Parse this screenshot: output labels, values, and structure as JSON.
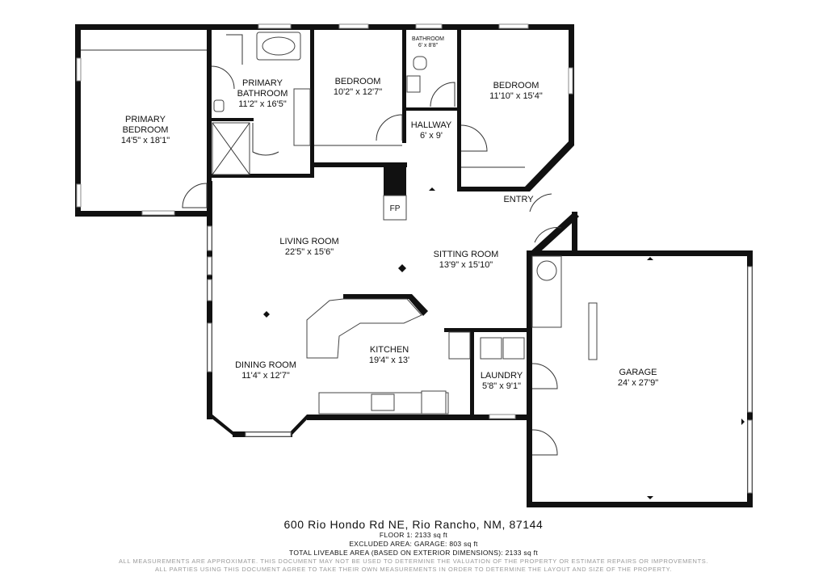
{
  "rooms": [
    {
      "id": "primary-bedroom",
      "name_lines": [
        "PRIMARY",
        "BEDROOM"
      ],
      "dims": "14'5\" x 18'1\""
    },
    {
      "id": "primary-bathroom",
      "name_lines": [
        "PRIMARY",
        "BATHROOM"
      ],
      "dims": "11'2\" x 16'5\""
    },
    {
      "id": "bedroom-1",
      "name_lines": [
        "BEDROOM"
      ],
      "dims": "10'2\" x 12'7\""
    },
    {
      "id": "bathroom",
      "name_lines": [
        "BATHROOM"
      ],
      "dims": "6' x 8'8\""
    },
    {
      "id": "bedroom-2",
      "name_lines": [
        "BEDROOM"
      ],
      "dims": "11'10\" x 15'4\""
    },
    {
      "id": "hallway",
      "name_lines": [
        "HALLWAY"
      ],
      "dims": "6' x 9'"
    },
    {
      "id": "entry",
      "name_lines": [
        "ENTRY"
      ],
      "dims": ""
    },
    {
      "id": "living-room",
      "name_lines": [
        "LIVING ROOM"
      ],
      "dims": "22'5\" x 15'6\""
    },
    {
      "id": "sitting-room",
      "name_lines": [
        "SITTING ROOM"
      ],
      "dims": "13'9\" x 15'10\""
    },
    {
      "id": "kitchen",
      "name_lines": [
        "KITCHEN"
      ],
      "dims": "19'4\" x 13'"
    },
    {
      "id": "dining-room",
      "name_lines": [
        "DINING ROOM"
      ],
      "dims": "11'4\" x 12'7\""
    },
    {
      "id": "laundry",
      "name_lines": [
        "LAUNDRY"
      ],
      "dims": "5'8\" x 9'1\""
    },
    {
      "id": "garage",
      "name_lines": [
        "GARAGE"
      ],
      "dims": "24' x 27'9\""
    }
  ],
  "fireplace_label": "FP",
  "footer": {
    "address": "600 Rio Hondo Rd NE, Rio Rancho, NM, 87144",
    "floor": "FLOOR 1: 2133 sq ft",
    "excluded": "EXCLUDED AREA: GARAGE: 803 sq ft",
    "total": "TOTAL LIVEABLE AREA (BASED ON EXTERIOR DIMENSIONS): 2133 sq ft",
    "disclaimer_1": "ALL MEASUREMENTS ARE APPROXIMATE. THIS DOCUMENT MAY NOT BE USED TO DETERMINE THE VALUATION OF THE PROPERTY OR ESTIMATE REPAIRS OR IMPROVEMENTS.",
    "disclaimer_2": "ALL PARTIES USING THIS DOCUMENT AGREE TO TAKE THEIR OWN MEASUREMENTS IN ORDER TO DETERMINE THE LAYOUT AND SIZE OF THE PROPERTY."
  },
  "colors": {
    "wall": "#111111",
    "window": "#888888",
    "disclaimer": "#9a9a9a"
  }
}
